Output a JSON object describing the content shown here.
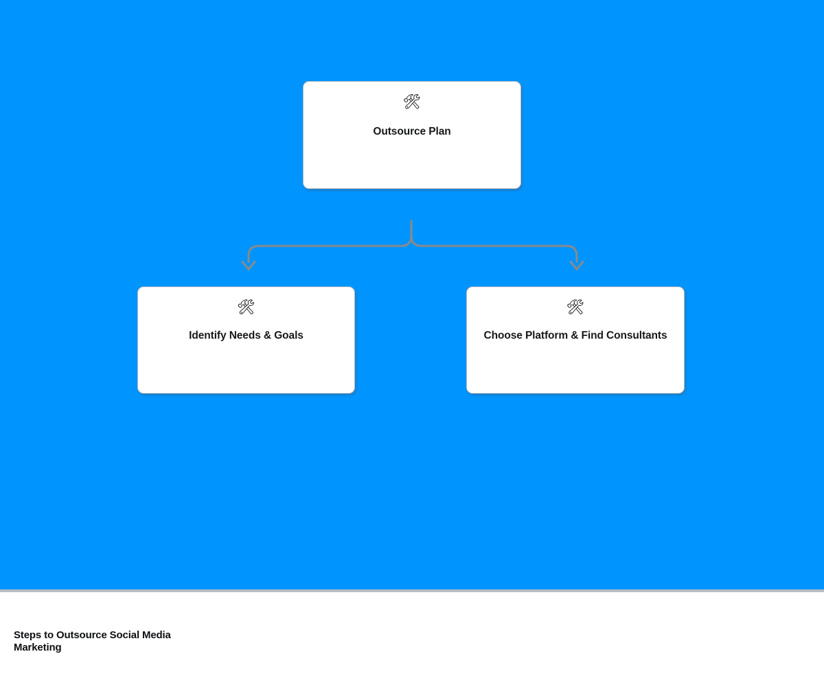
{
  "canvas": {
    "background_color": "#0094ff",
    "divider_color": "#b8bcc2"
  },
  "diagram": {
    "type": "tree",
    "connector_color": "#8a8a8a",
    "root": {
      "icon": "hammer-and-wrench-icon",
      "icon_glyph": "🛠",
      "label": "Outsource Plan"
    },
    "children": [
      {
        "icon": "hammer-and-wrench-icon",
        "icon_glyph": "🛠",
        "label": "Identify Needs & Goals"
      },
      {
        "icon": "hammer-and-wrench-icon",
        "icon_glyph": "🛠",
        "label": "Choose Platform & Find Consultants"
      }
    ]
  },
  "footer": {
    "title": "Steps to Outsource Social Media Marketing"
  }
}
